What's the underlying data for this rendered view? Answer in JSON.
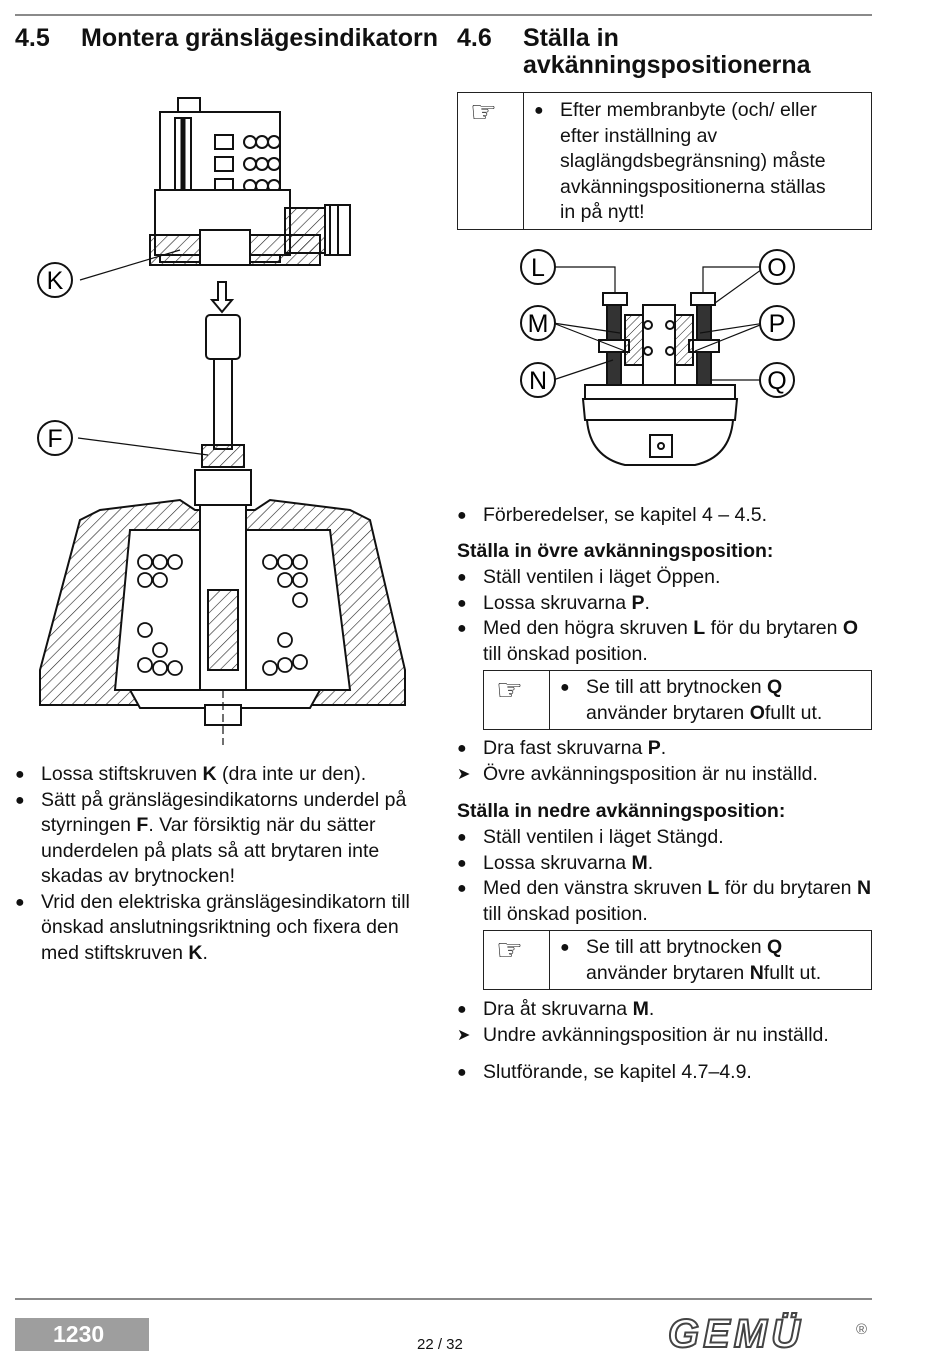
{
  "left": {
    "section_num": "4.5",
    "section_title": "Montera gränslägesindikatorn",
    "figure_labels": {
      "k": "K",
      "f": "F"
    },
    "bullets": [
      {
        "pre": "Lossa stiftskruven ",
        "bold": "K",
        "post": " (dra inte ur den)."
      },
      {
        "pre": "Sätt på gränslägesindikatorns underdel på styrningen ",
        "bold": "F",
        "post": ". Var försiktig när du sätter underdelen på plats så att brytaren inte skadas av brytnocken!"
      },
      {
        "pre": "Vrid den elektriska gränslägesindikatorn till önskad anslutningsriktning och fixera den med stiftskruven ",
        "bold": "K",
        "post": "."
      }
    ]
  },
  "right": {
    "section_num": "4.6",
    "section_title": "Ställa in avkänningspositionerna",
    "note_top": "Efter membranbyte (och/ eller efter inställning av slaglängdsbegränsning) måste avkänningspositionerna ställas in på nytt!",
    "figure_labels": {
      "l": "L",
      "m": "M",
      "n": "N",
      "o": "O",
      "p": "P",
      "q": "Q"
    },
    "prep": "Förberedelser, se kapitel 4 – 4.5.",
    "upper": {
      "heading": "Ställa in övre avkänningsposition:",
      "b1": "Ställ ventilen i läget Öppen.",
      "b2": {
        "pre": "Lossa skruvarna ",
        "bold": "P",
        "post": "."
      },
      "b3": {
        "pre": "Med den högra skruven ",
        "bold": "L",
        "mid": " för du brytaren ",
        "bold2": "O",
        "post": " till önskad position."
      },
      "note": {
        "pre": "Se till att brytnocken ",
        "bold": "Q",
        "mid": " använder brytaren ",
        "bold2": "O",
        "post": "fullt ut."
      },
      "b4": {
        "pre": "Dra fast skruvarna ",
        "bold": "P",
        "post": "."
      },
      "result": "Övre avkänningsposition är nu inställd."
    },
    "lower": {
      "heading": "Ställa in nedre avkänningsposition:",
      "b1": "Ställ ventilen i läget Stängd.",
      "b2": {
        "pre": "Lossa skruvarna ",
        "bold": "M",
        "post": "."
      },
      "b3": {
        "pre": "Med den vänstra skruven ",
        "bold": "L",
        "mid": " för du brytaren ",
        "bold2": "N",
        "post": " till önskad position."
      },
      "note": {
        "pre": "Se till att brytnocken ",
        "bold": "Q",
        "mid": " använder brytaren ",
        "bold2": "N",
        "post": "fullt ut."
      },
      "b4": {
        "pre": "Dra åt skruvarna ",
        "bold": "M",
        "post": "."
      },
      "result": "Undre avkänningsposition är nu inställd."
    },
    "final": "Slutförande, se kapitel 4.7–4.9."
  },
  "footer": {
    "product": "1230",
    "page": "22 / 32",
    "logo": "GEMÜ",
    "registered": "®"
  },
  "icons": {
    "bullet": "●",
    "arrow": "➤",
    "hand": "☞"
  }
}
